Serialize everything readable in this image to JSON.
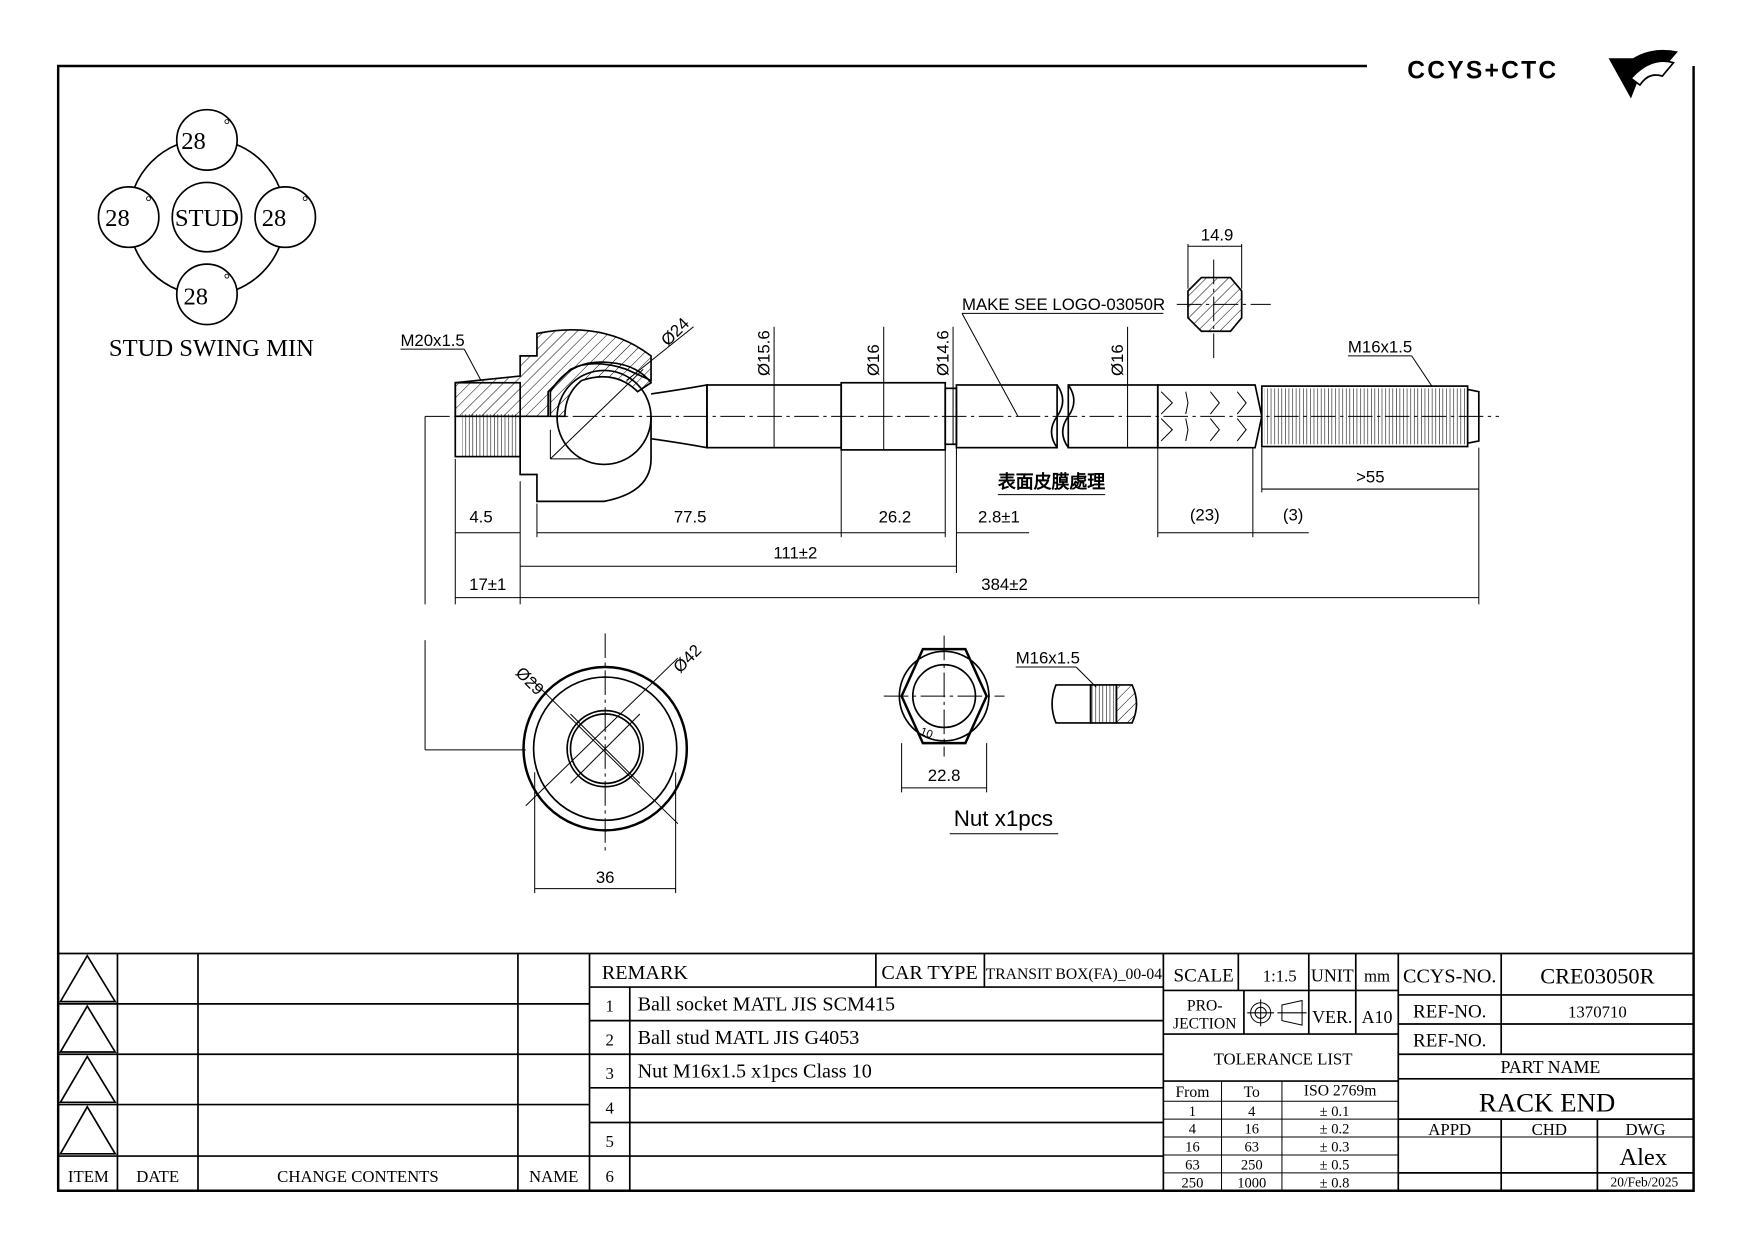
{
  "logo": {
    "text": "CCYS+CTC"
  },
  "stud_swing": {
    "center_label": "STUD",
    "angles": [
      "28",
      "28",
      "28",
      "28"
    ],
    "degree_symbol": "°",
    "caption": "STUD SWING MIN"
  },
  "callouts": {
    "thread_left": "M20x1.5",
    "thread_right": "M16x1.5",
    "ball_dia": "Ø24",
    "dia_156": "Ø15.6",
    "dia_16a": "Ø16",
    "dia_146": "Ø14.6",
    "dia_16b": "Ø16",
    "logo_note": "MAKE SEE LOGO-03050R",
    "hex_width": "14.9",
    "surface_note": "表面皮膜處理"
  },
  "dimensions": {
    "d_45": "4.5",
    "d_775": "77.5",
    "d_262": "26.2",
    "d_28": "2.8±1",
    "d_23": "(23)",
    "d_3": "(3)",
    "d_55": ">55",
    "d_111": "111±2",
    "d_17": "17±1",
    "d_384": "384±2"
  },
  "socket_view": {
    "inner_dia": "Ø29",
    "outer_dia": "Ø42",
    "width": "36"
  },
  "nut_view": {
    "thread": "M16x1.5",
    "across": "22.8",
    "grade_mark": "10",
    "caption": "Nut x1pcs"
  },
  "revision_table": {
    "headers": [
      "ITEM",
      "DATE",
      "CHANGE CONTENTS",
      "NAME"
    ]
  },
  "remark_table": {
    "remark_label": "REMARK",
    "car_type_label": "CAR TYPE",
    "car_type_value": "TRANSIT BOX(FA)_00-04",
    "rows": [
      {
        "no": "1",
        "text": "Ball socket MATL JIS SCM415"
      },
      {
        "no": "2",
        "text": "Ball stud MATL JIS G4053"
      },
      {
        "no": "3",
        "text": "Nut M16x1.5 x1pcs Class 10"
      },
      {
        "no": "4",
        "text": ""
      },
      {
        "no": "5",
        "text": ""
      },
      {
        "no": "6",
        "text": ""
      }
    ]
  },
  "spec_table": {
    "scale_label": "SCALE",
    "scale_value": "1:1.5",
    "unit_label": "UNIT",
    "unit_value": "mm",
    "projection_label_1": "PRO-",
    "projection_label_2": "JECTION",
    "ver_label": "VER.",
    "ver_value": "A10",
    "tolerance_title": "TOLERANCE LIST",
    "tolerance_headers": [
      "From",
      "To",
      "ISO 2769m"
    ],
    "tolerance_rows": [
      {
        "from": "1",
        "to": "4",
        "tol": "± 0.1"
      },
      {
        "from": "4",
        "to": "16",
        "tol": "± 0.2"
      },
      {
        "from": "16",
        "to": "63",
        "tol": "± 0.3"
      },
      {
        "from": "63",
        "to": "250",
        "tol": "± 0.5"
      },
      {
        "from": "250",
        "to": "1000",
        "tol": "± 0.8"
      }
    ]
  },
  "title_block": {
    "ccys_label": "CCYS-NO.",
    "ccys_value": "CRE03050R",
    "ref_label_1": "REF-NO.",
    "ref_value_1": "1370710",
    "ref_label_2": "REF-NO.",
    "ref_value_2": "",
    "part_name_label": "PART NAME",
    "part_name": "RACK END",
    "appd_label": "APPD",
    "chd_label": "CHD",
    "dwg_label": "DWG",
    "dwg_name": "Alex",
    "date": "20/Feb/2025"
  }
}
